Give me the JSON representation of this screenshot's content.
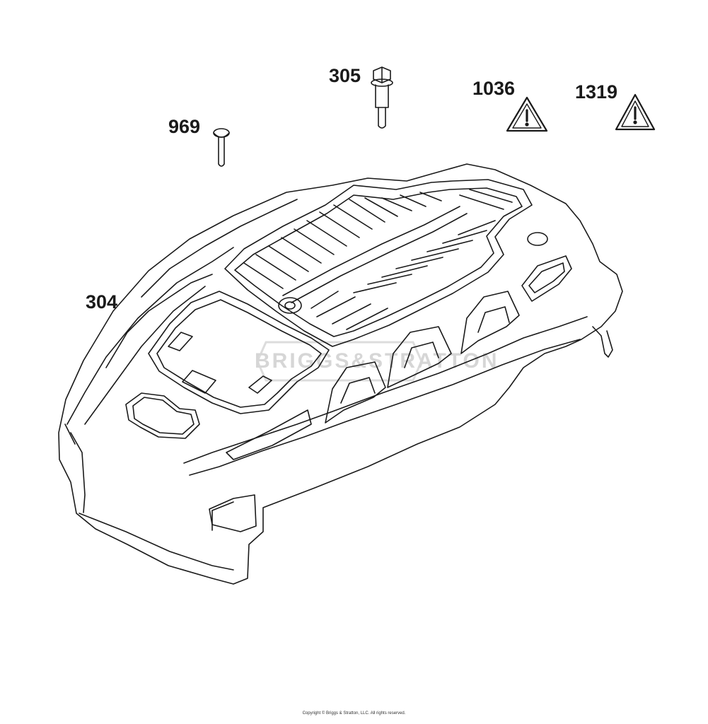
{
  "callouts": {
    "c304": "304",
    "c969": "969",
    "c305": "305",
    "c1036": "1036",
    "c1319": "1319"
  },
  "watermark": "BRIGGS&STRATTON",
  "copyright": "Copyright © Briggs & Stratton, LLC. All rights reserved.",
  "colors": {
    "line": "#1a1a1a",
    "watermark": "#d6d6d6",
    "background": "#ffffff"
  }
}
